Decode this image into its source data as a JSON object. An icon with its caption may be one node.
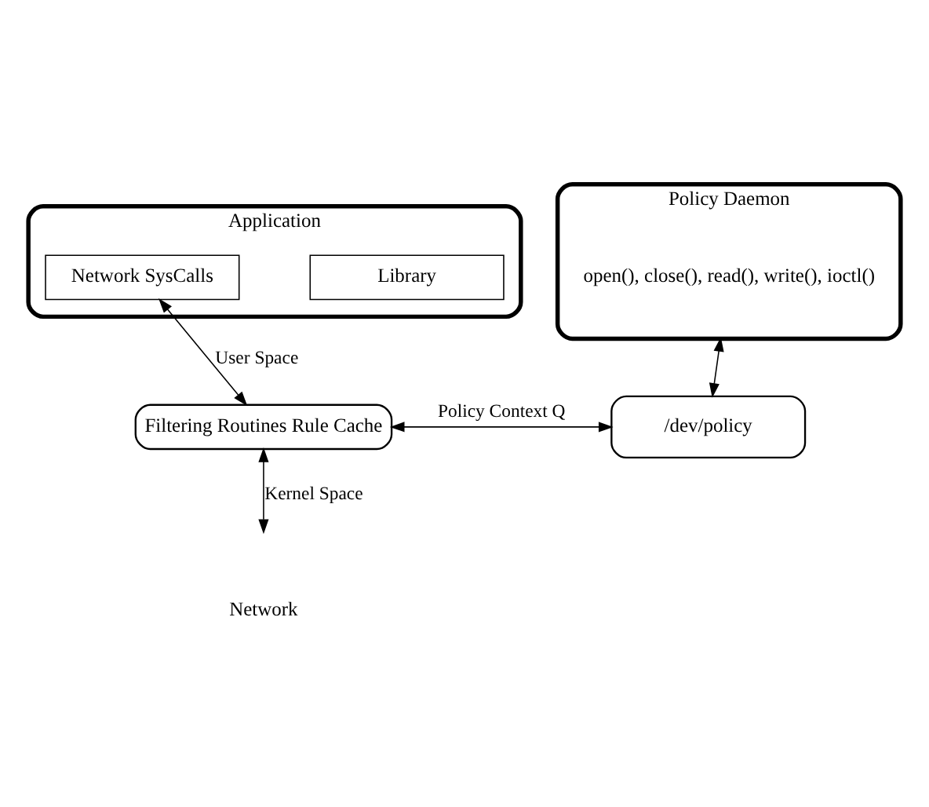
{
  "diagram": {
    "nodes": [
      {
        "text": [
          "Application"
        ]
      },
      {
        "text": [
          "Library"
        ],
        "in": 0
      },
      {
        "text": [
          "Network SysCalls"
        ],
        "in": 0
      },
      {
        "text": [
          "Policy Daemon"
        ]
      },
      {
        "text": [
          "open(), close(), read(), write(), ioctl()"
        ],
        "in": 3
      },
      {
        "text": [
          "Filtering Routines Rule Cache"
        ]
      },
      {
        "text": [
          "/dev/policy"
        ]
      }
    ],
    "edges": [
      {
        "from": 2,
        "to": 5,
        "arrow": "both",
        "label": "User Space"
      },
      {
        "from": 3,
        "to": 6,
        "arrow": "both"
      },
      {
        "from": 5,
        "to": 6,
        "arrow": "both",
        "label": "Policy Context Q"
      },
      {
        "from": 5,
        "to": null,
        "arrow": "both",
        "label": "Kernel Space"
      }
    ],
    "labels": [
      "Network"
    ]
  }
}
